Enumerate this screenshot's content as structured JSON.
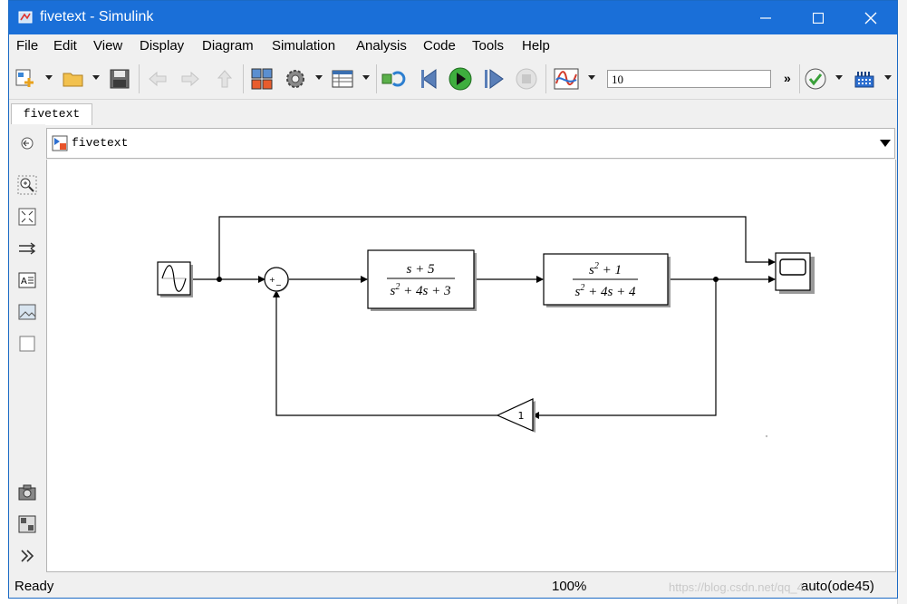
{
  "window": {
    "title": "fivetext - Simulink",
    "controls": [
      "minimize-icon",
      "maximize-icon",
      "close-icon"
    ]
  },
  "menu": [
    "File",
    "Edit",
    "View",
    "Display",
    "Diagram",
    "Simulation",
    "Analysis",
    "Code",
    "Tools",
    "Help"
  ],
  "toolbar": {
    "stop_time": "10",
    "more_glyph": "»"
  },
  "tab": {
    "label": "fivetext"
  },
  "address": {
    "path": "fivetext"
  },
  "diagram": {
    "block1": {
      "num": "s + 5",
      "den_a": "s",
      "den_sup": "2",
      "den_b": " + 4s + 3"
    },
    "block2": {
      "num_a": "s",
      "num_sup": "2",
      "num_b": " + 1",
      "den_a": "s",
      "den_sup": "2",
      "den_b": " + 4s + 4"
    },
    "gain": {
      "value": "1"
    },
    "sum": {
      "signs_plus": "+",
      "signs_minus": "−"
    },
    "colors": {
      "line": "#000000",
      "block_fill": "#ffffff",
      "shadow": "#9a9a9a"
    }
  },
  "status": {
    "state": "Ready",
    "zoom": "100%",
    "solver": "auto(ode45)"
  },
  "watermark": "https://blog.csdn.net/qq_4..."
}
